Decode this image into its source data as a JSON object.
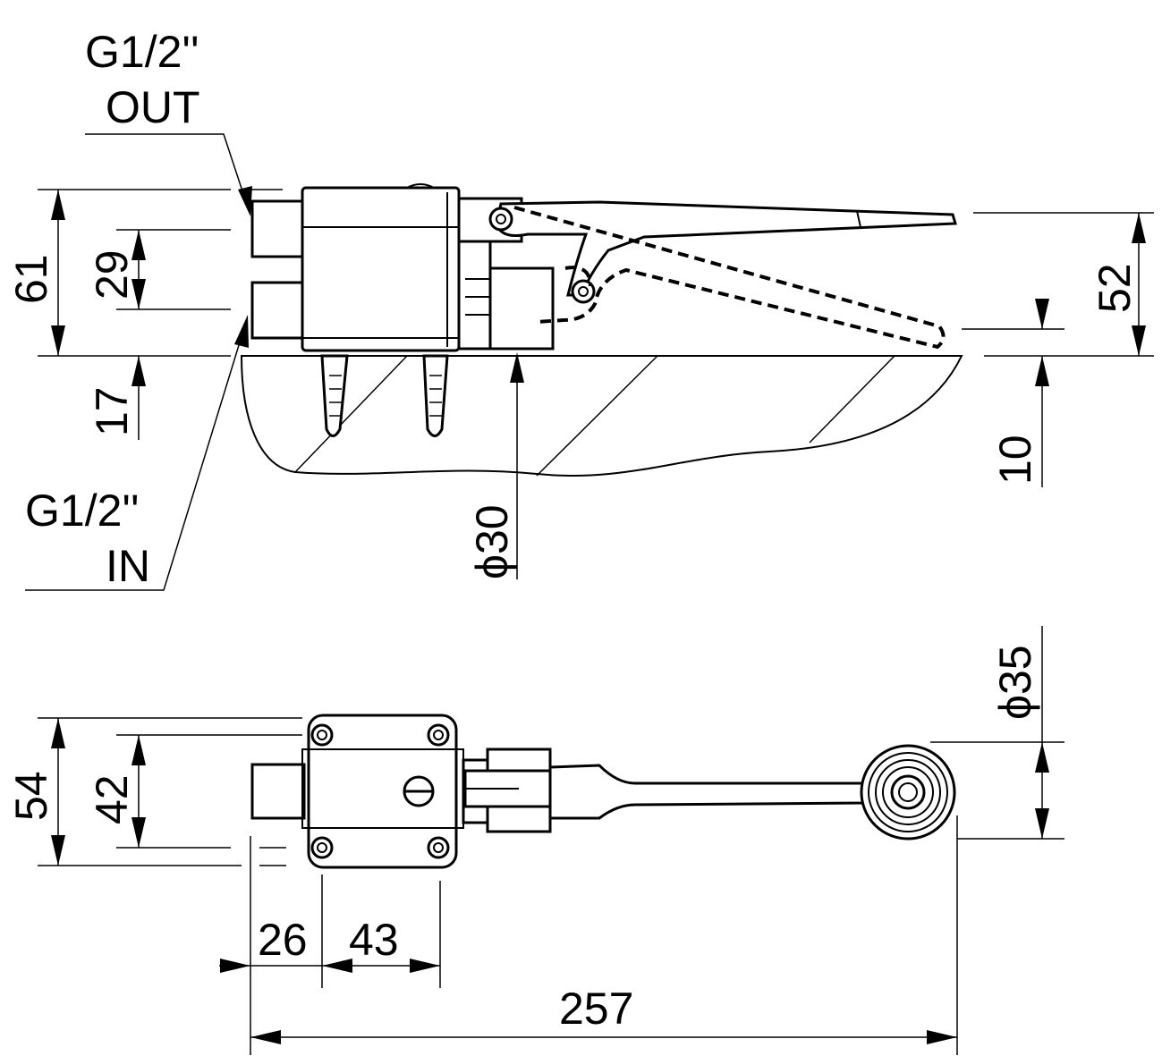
{
  "labels": {
    "out_thread": "G1/2''",
    "out_word": "OUT",
    "in_thread": "G1/2''",
    "in_word": "IN"
  },
  "dimensions": {
    "d61": "61",
    "d29": "29",
    "d17": "17",
    "d52": "52",
    "d10": "10",
    "dia30": "ϕ30",
    "dia35": "ϕ35",
    "d54": "54",
    "d42": "42",
    "d26": "26",
    "d43": "43",
    "d257": "257"
  }
}
